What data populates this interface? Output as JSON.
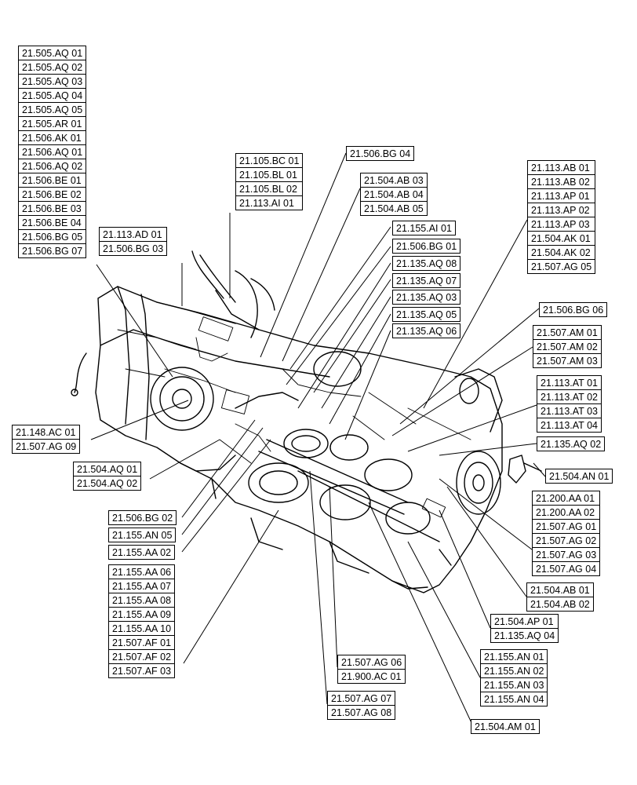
{
  "groups": [
    {
      "id": "g1",
      "labels": [
        "21.505.AQ 01",
        "21.505.AQ 02",
        "21.505.AQ 03",
        "21.505.AQ 04",
        "21.505.AQ 05",
        "21.505.AR 01",
        "21.506.AK 01",
        "21.506.AQ 01",
        "21.506.AQ 02",
        "21.506.BE 01",
        "21.506.BE 02",
        "21.506.BE 03",
        "21.506.BE 04",
        "21.506.BG 05",
        "21.506.BG 07"
      ]
    },
    {
      "id": "g2",
      "labels": [
        "21.105.BC 01",
        "21.105.BL 01",
        "21.105.BL 02",
        "21.113.AI 01"
      ]
    },
    {
      "id": "g3",
      "labels": [
        "21.113.AD 01",
        "21.506.BG 03"
      ]
    },
    {
      "id": "g4",
      "labels": [
        "21.506.BG 04"
      ]
    },
    {
      "id": "g5",
      "labels": [
        "21.504.AB 03",
        "21.504.AB 04",
        "21.504.AB 05"
      ]
    },
    {
      "id": "g6",
      "labels": [
        "21.155.AI 01"
      ]
    },
    {
      "id": "g7",
      "labels": [
        "21.506.BG 01"
      ]
    },
    {
      "id": "g8",
      "labels": [
        "21.135.AQ 08"
      ]
    },
    {
      "id": "g9",
      "labels": [
        "21.135.AQ 07"
      ]
    },
    {
      "id": "g10",
      "labels": [
        "21.135.AQ 03"
      ]
    },
    {
      "id": "g11",
      "labels": [
        "21.135.AQ 05"
      ]
    },
    {
      "id": "g12",
      "labels": [
        "21.135.AQ 06"
      ]
    },
    {
      "id": "g13",
      "labels": [
        "21.113.AB 01",
        "21.113.AB 02",
        "21.113.AP 01",
        "21.113.AP 02",
        "21.113.AP 03",
        "21.504.AK 01",
        "21.504.AK 02",
        "21.507.AG 05"
      ]
    },
    {
      "id": "g14",
      "labels": [
        "21.506.BG 06"
      ]
    },
    {
      "id": "g15",
      "labels": [
        "21.507.AM 01",
        "21.507.AM 02",
        "21.507.AM 03"
      ]
    },
    {
      "id": "g16",
      "labels": [
        "21.113.AT 01",
        "21.113.AT 02",
        "21.113.AT 03",
        "21.113.AT 04"
      ]
    },
    {
      "id": "g17",
      "labels": [
        "21.135.AQ 02"
      ]
    },
    {
      "id": "g18",
      "labels": [
        "21.504.AN 01"
      ]
    },
    {
      "id": "g19",
      "labels": [
        "21.200.AA 01",
        "21.200.AA 02",
        "21.507.AG 01",
        "21.507.AG 02",
        "21.507.AG 03",
        "21.507.AG 04"
      ]
    },
    {
      "id": "g20",
      "labels": [
        "21.504.AB 01",
        "21.504.AB 02"
      ]
    },
    {
      "id": "g21",
      "labels": [
        "21.504.AP 01",
        "21.135.AQ 04"
      ]
    },
    {
      "id": "g22",
      "labels": [
        "21.155.AN 01",
        "21.155.AN 02",
        "21.155.AN 03",
        "21.155.AN 04"
      ]
    },
    {
      "id": "g23",
      "labels": [
        "21.504.AM 01"
      ]
    },
    {
      "id": "g24",
      "labels": [
        "21.507.AG 06",
        "21.900.AC 01"
      ]
    },
    {
      "id": "g25",
      "labels": [
        "21.507.AG 07",
        "21.507.AG 08"
      ]
    },
    {
      "id": "g26",
      "labels": [
        "21.155.AA 06",
        "21.155.AA 07",
        "21.155.AA 08",
        "21.155.AA 09",
        "21.155.AA 10",
        "21.507.AF 01",
        "21.507.AF 02",
        "21.507.AF 03"
      ]
    },
    {
      "id": "g27",
      "labels": [
        "21.155.AA 02"
      ]
    },
    {
      "id": "g28",
      "labels": [
        "21.155.AN 05"
      ]
    },
    {
      "id": "g29",
      "labels": [
        "21.506.BG 02"
      ]
    },
    {
      "id": "g30",
      "labels": [
        "21.504.AQ 01",
        "21.504.AQ 02"
      ]
    },
    {
      "id": "g31",
      "labels": [
        "21.148.AC 01",
        "21.507.AG 09"
      ]
    }
  ]
}
